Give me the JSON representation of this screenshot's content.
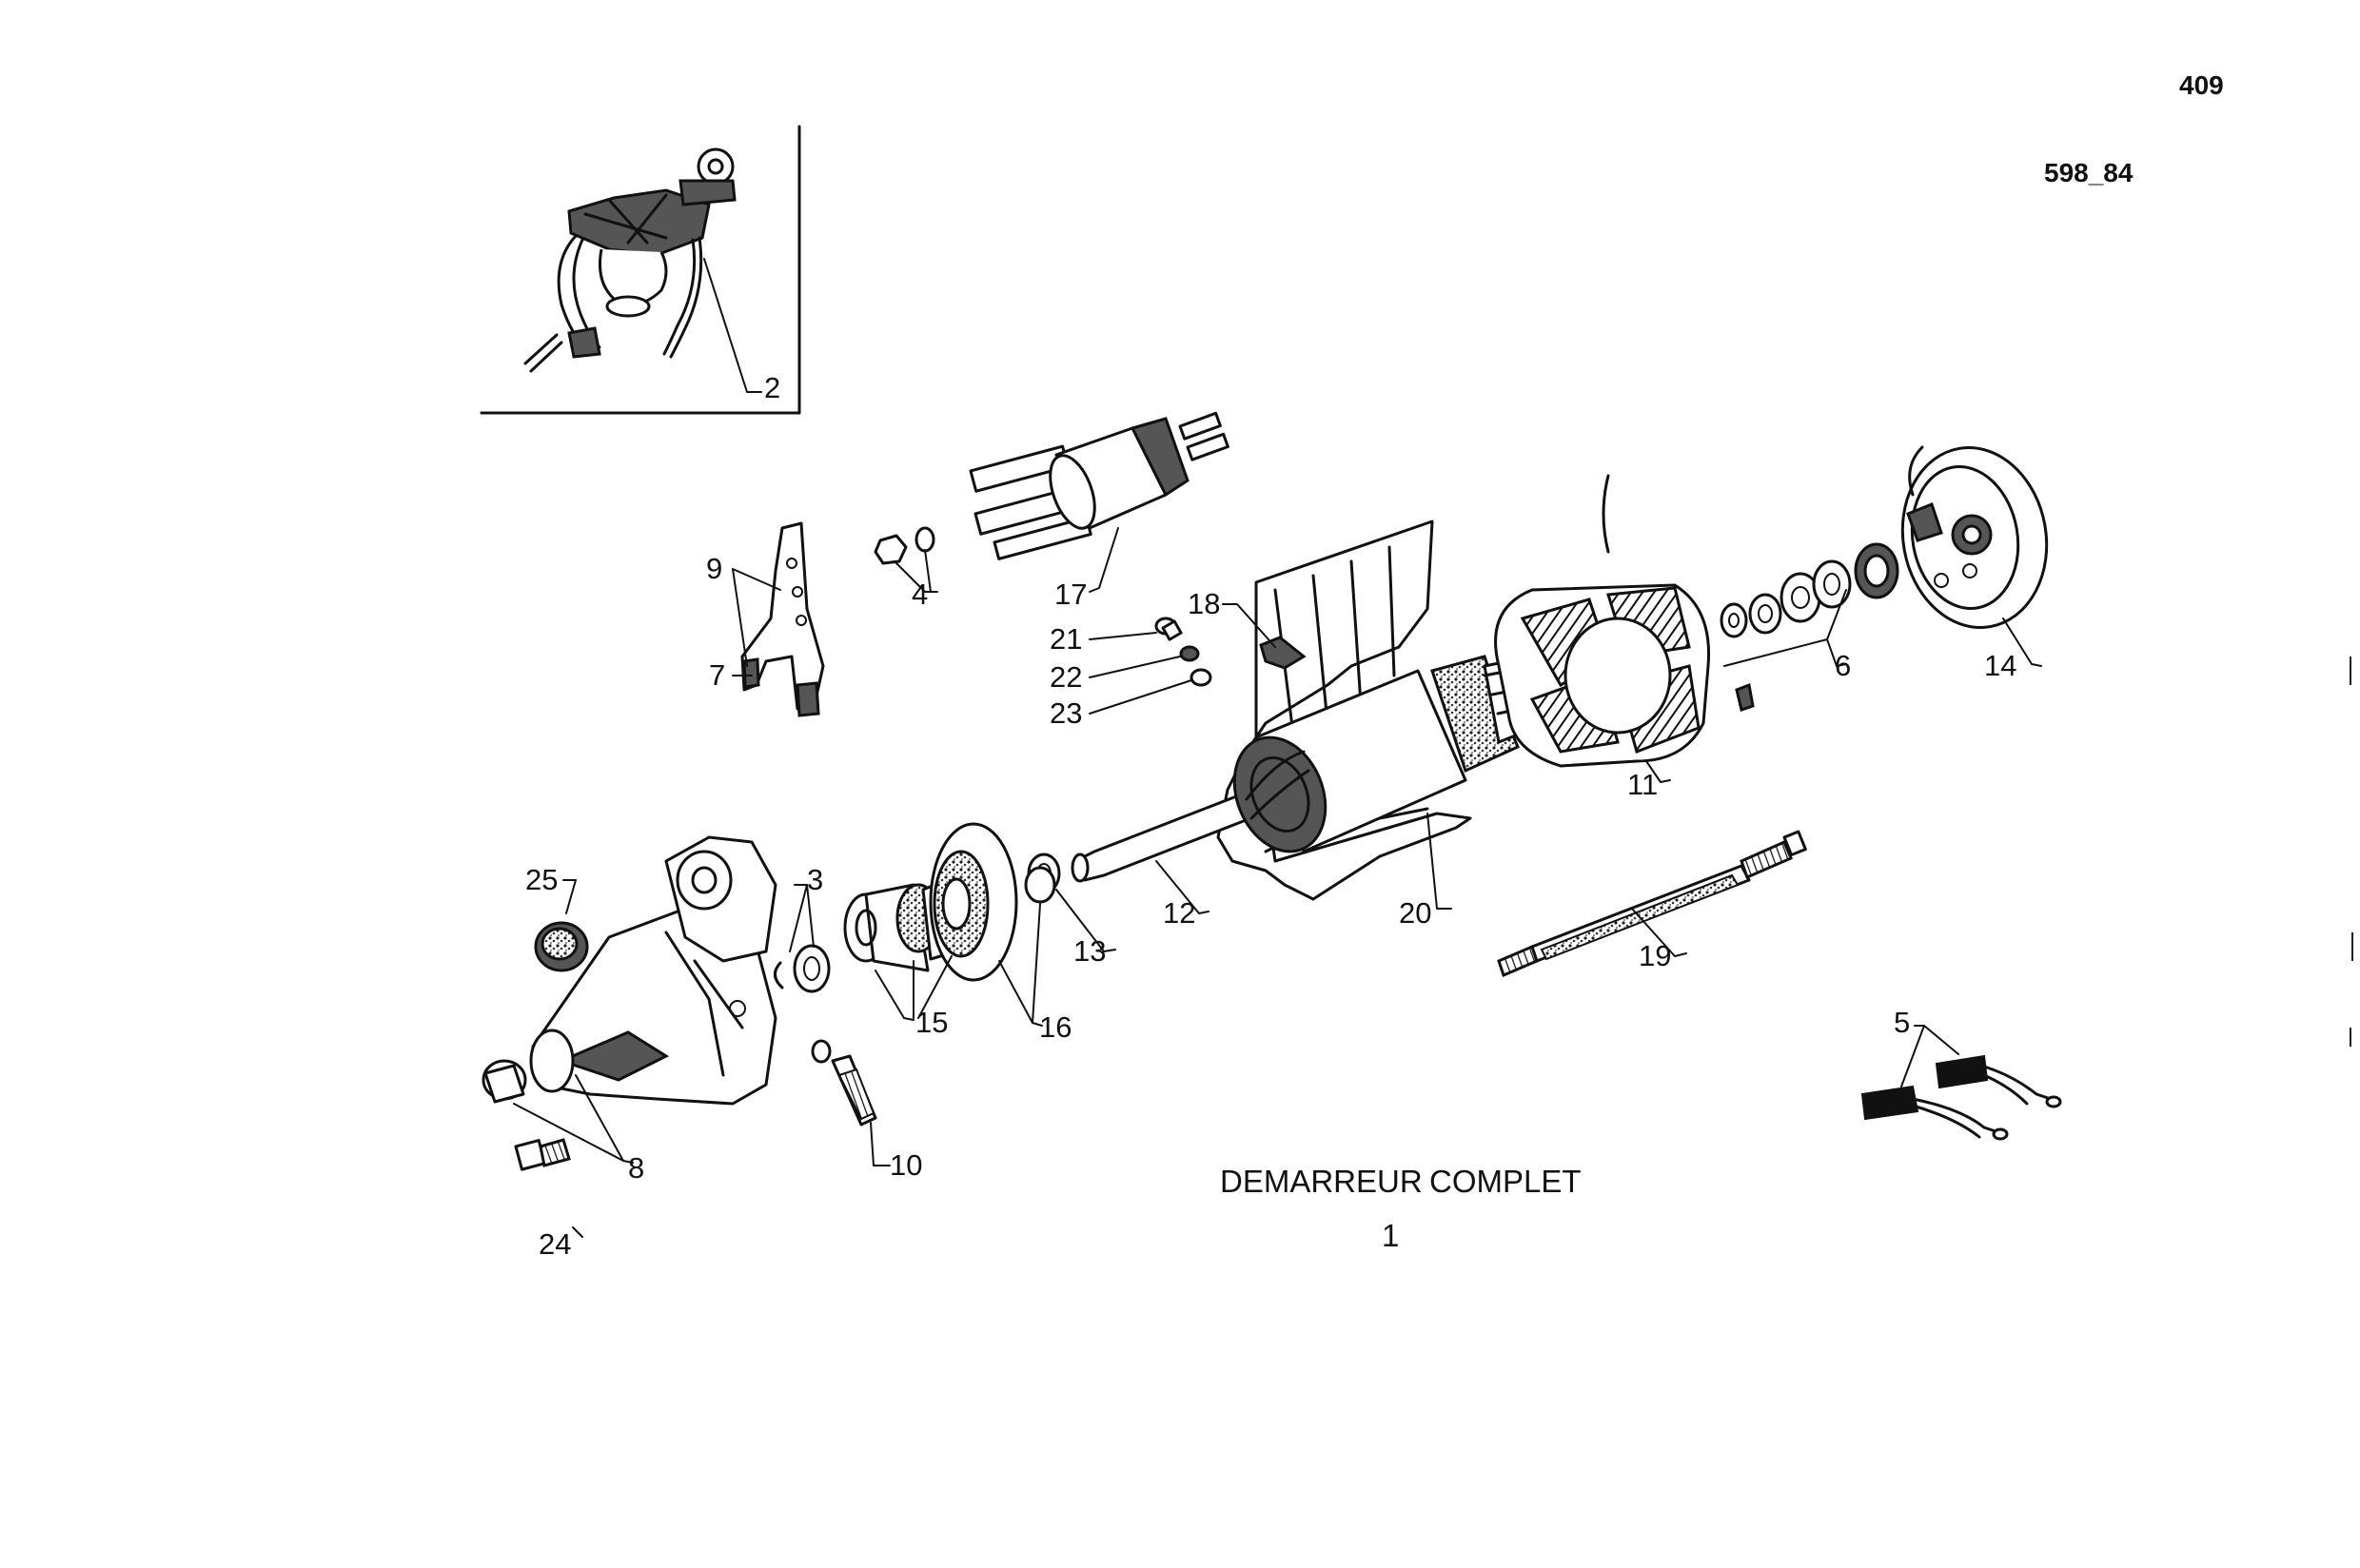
{
  "page": {
    "page_number": "409",
    "reference": "598_84"
  },
  "caption": {
    "title_left": "DEMARREUR",
    "title_right": "COMPLET",
    "number": "1"
  },
  "part_labels": {
    "p2": "2",
    "p3": "3",
    "p4": "4",
    "p5": "5",
    "p6": "6",
    "p7": "7",
    "p8": "8",
    "p9": "9",
    "p10": "10",
    "p11": "11",
    "p12": "12",
    "p13": "13",
    "p14": "14",
    "p15": "15",
    "p16": "16",
    "p17": "17",
    "p18": "18",
    "p19": "19",
    "p20": "20",
    "p21": "21",
    "p22": "22",
    "p23": "23",
    "p24": "24",
    "p25": "25"
  }
}
